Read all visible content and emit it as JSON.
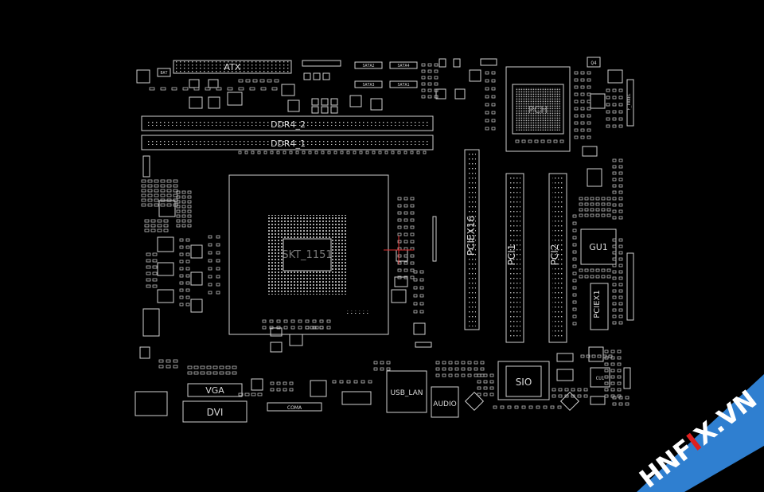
{
  "labels": {
    "atx": "ATX",
    "ddr4_2": "DDR4_2",
    "ddr4_1": "DDR4_1",
    "socket": "SKT_1151",
    "pciex16": "PCIEX16",
    "pci1": "PCI1",
    "pci2": "PCI2",
    "pciex1": "PCIEX1",
    "pch": "PCH",
    "gu1": "GU1",
    "sio": "SIO",
    "vga": "VGA",
    "dvi": "DVI",
    "coma": "COMA",
    "usb_lan": "USB_LAN",
    "audio": "AUDIO",
    "sata1": "SATA1",
    "sata2": "SATA2",
    "sata3": "SATA3",
    "sata4": "SATA4",
    "bat": "BAT",
    "f_panel": "F_PANEL",
    "cu1": "CU1",
    "q4": "Q4"
  },
  "watermark": {
    "text_left": "HNF",
    "text_mid": "I",
    "text_right": "X.VN",
    "band_color": "#2f7fd0",
    "accent_color": "#e02020"
  },
  "colors": {
    "background": "#000000",
    "outline": "#d0d0d0",
    "pad": "#bdbdbd",
    "marker": "#e03030"
  }
}
